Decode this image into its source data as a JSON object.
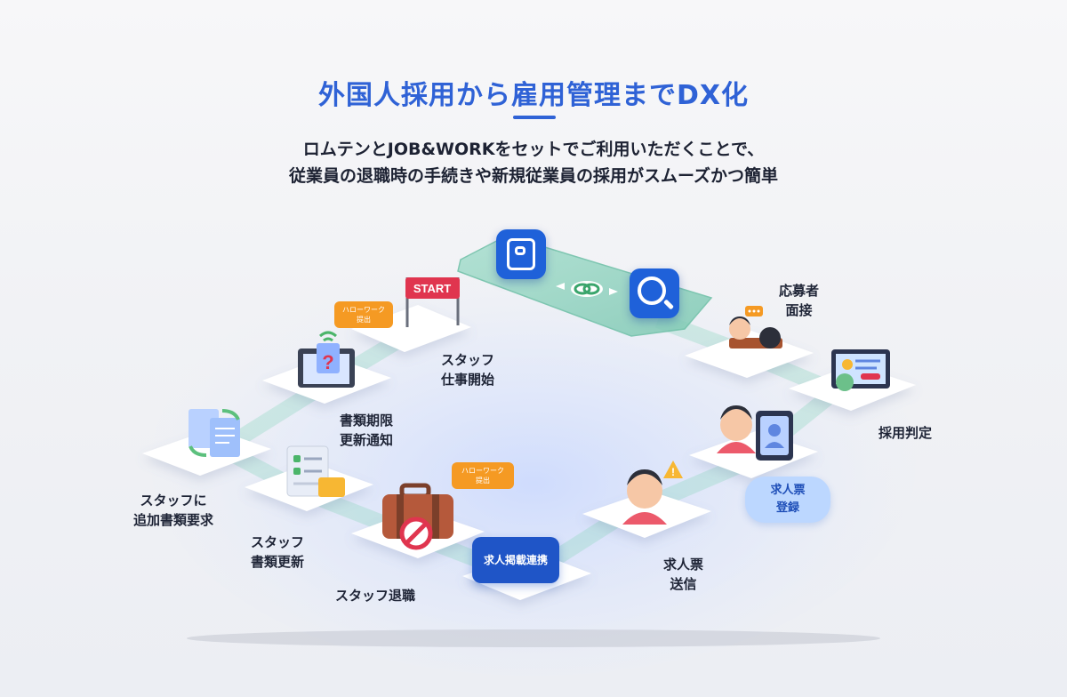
{
  "header": {
    "title": "外国人採用から雇用管理までDX化",
    "subtitle_line1": "ロムテンとJOB&WORKをセットでご利用いただくことで、",
    "subtitle_line2": "従業員の退職時の手続きや新規従業員の採用がスムーズかつ簡単"
  },
  "flow": {
    "start_flag": "START",
    "hellowork_badge_1": "ハローワーク\n提出",
    "hellowork_badge_2": "ハローワーク\n提出",
    "steps": {
      "staff_start": "スタッフ\n仕事開始",
      "doc_deadline": "書類期限\n更新通知",
      "extra_docs": "スタッフに\n追加書類要求",
      "doc_update": "スタッフ\n書類更新",
      "staff_leave": "スタッフ退職",
      "job_posting_link": "求人掲載連携",
      "job_ticket_send": "求人票\n送信",
      "job_ticket_register": "求人票\n登録",
      "hiring_decision": "採用判定",
      "applicant_interview": "応募者\n面接"
    }
  },
  "colors": {
    "accent_blue": "#2f62d6",
    "dark_blue": "#1f55c7",
    "light_blue": "#bcd7ff",
    "teal_track": "#7fc9b3",
    "orange_badge": "#f59a23",
    "start_red": "#e0354f"
  },
  "icons": [
    "romuten-app-icon",
    "link-icon",
    "jobwork-app-icon",
    "start-flag-icon",
    "document-question-icon",
    "documents-refresh-icon",
    "checklist-icon",
    "briefcase-prohibited-icon",
    "person-warning-icon",
    "id-card-icon",
    "screen-approval-icon",
    "interview-icon"
  ]
}
